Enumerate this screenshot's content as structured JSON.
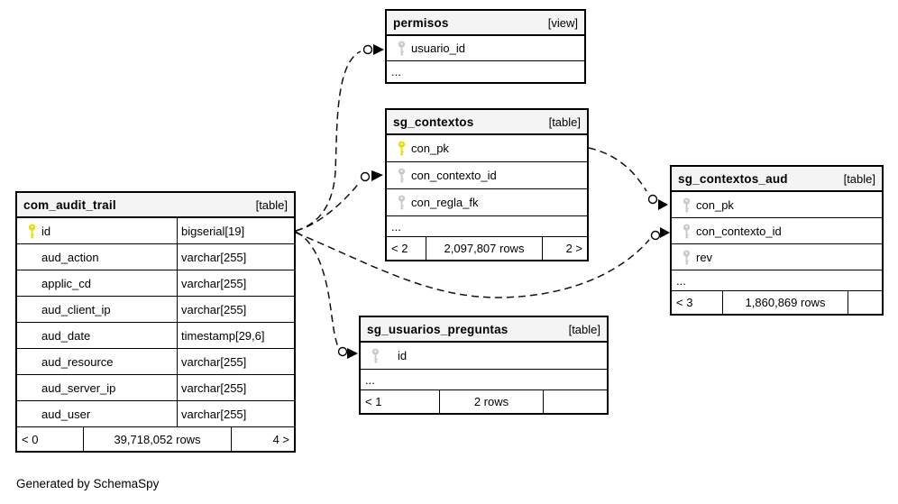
{
  "generated_by": "Generated by SchemaSpy",
  "colors": {
    "header_bg": "#f4f4f4",
    "border": "#000000",
    "primary_key_icon": "#e4df00",
    "foreign_key_icon": "#c9c9c9",
    "relation_line": "#111111"
  },
  "tables": [
    {
      "name": "permisos",
      "kind": "[view]",
      "columns": [
        {
          "name": "usuario_id",
          "key": "fk"
        }
      ],
      "ellipsis": "..."
    },
    {
      "name": "sg_contextos",
      "kind": "[table]",
      "columns": [
        {
          "name": "con_pk",
          "key": "pk"
        },
        {
          "name": "con_contexto_id",
          "key": "fk"
        },
        {
          "name": "con_regla_fk",
          "key": "fk"
        }
      ],
      "ellipsis": "...",
      "footer": {
        "left": "< 2",
        "center": "2,097,807 rows",
        "right": "2 >"
      }
    },
    {
      "name": "sg_contextos_aud",
      "kind": "[table]",
      "columns": [
        {
          "name": "con_pk",
          "key": "fk"
        },
        {
          "name": "con_contexto_id",
          "key": "fk"
        },
        {
          "name": "rev",
          "key": "fk"
        }
      ],
      "ellipsis": "...",
      "footer": {
        "left": "< 3",
        "center": "1,860,869 rows",
        "right": ""
      }
    },
    {
      "name": "com_audit_trail",
      "kind": "[table]",
      "columns": [
        {
          "name": "id",
          "type": "bigserial[19]",
          "key": "pk"
        },
        {
          "name": "aud_action",
          "type": "varchar[255]"
        },
        {
          "name": "applic_cd",
          "type": "varchar[255]"
        },
        {
          "name": "aud_client_ip",
          "type": "varchar[255]"
        },
        {
          "name": "aud_date",
          "type": "timestamp[29,6]"
        },
        {
          "name": "aud_resource",
          "type": "varchar[255]"
        },
        {
          "name": "aud_server_ip",
          "type": "varchar[255]"
        },
        {
          "name": "aud_user",
          "type": "varchar[255]"
        }
      ],
      "footer": {
        "left": "< 0",
        "center": "39,718,052 rows",
        "right": "4 >"
      }
    },
    {
      "name": "sg_usuarios_preguntas",
      "kind": "[table]",
      "columns": [
        {
          "name": "id",
          "key": "fk"
        }
      ],
      "ellipsis": "...",
      "footer": {
        "left": "< 1",
        "center": "2 rows",
        "right": ""
      }
    }
  ],
  "relations": [
    {
      "from": "com_audit_trail.id",
      "to": "permisos.usuario_id"
    },
    {
      "from": "com_audit_trail.id",
      "to": "sg_contextos.con_contexto_id"
    },
    {
      "from": "com_audit_trail.id",
      "to": "sg_usuarios_preguntas.id"
    },
    {
      "from": "com_audit_trail.id",
      "to": "sg_contextos_aud.con_contexto_id"
    },
    {
      "from": "sg_contextos.con_pk",
      "to": "sg_contextos_aud.con_pk"
    }
  ]
}
